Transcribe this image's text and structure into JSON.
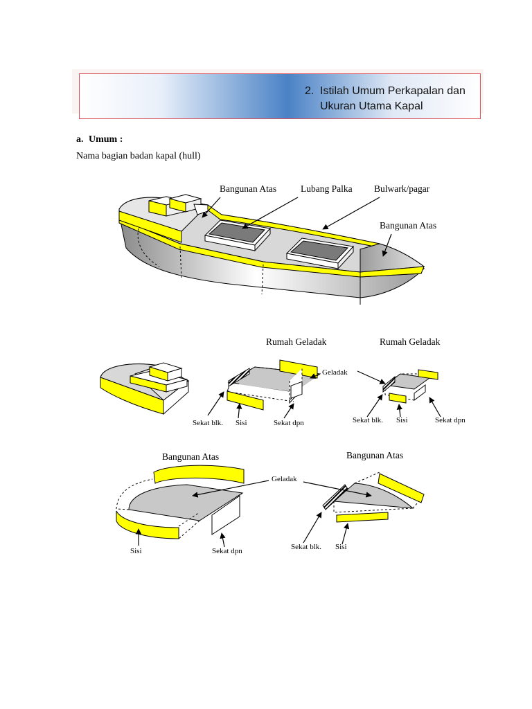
{
  "header": {
    "number": "2.",
    "title_line1": "Istilah Umum Perkapalan dan",
    "title_line2": "Ukuran Utama Kapal"
  },
  "section": {
    "letter": "a.",
    "title": "Umum :"
  },
  "intro": "Nama bagian badan kapal (hull)",
  "figure1": {
    "labels": {
      "superstructure_aft": "Bangunan Atas",
      "hatch": "Lubang Palka",
      "bulwark": "Bulwark/pagar",
      "superstructure_fwd": "Bangunan Atas"
    }
  },
  "figure2": {
    "deckhouse_a": "Rumah Geladak",
    "deckhouse_b": "Rumah Geladak",
    "deck": "Geladak",
    "aft_bulkhead_a": "Sekat blk.",
    "side_a": "Sisi",
    "fwd_bulkhead_a": "Sekat dpn",
    "aft_bulkhead_b": "Sekat blk.",
    "side_b": "Sisi",
    "fwd_bulkhead_b": "Sekat dpn"
  },
  "figure3": {
    "superstructure_a": "Bangunan Atas",
    "superstructure_b": "Bangunan Atas",
    "deck": "Geladak",
    "side_a": "Sisi",
    "fwd_bulkhead": "Sekat dpn",
    "aft_bulkhead": "Sekat blk.",
    "side_b": "Sisi"
  },
  "colors": {
    "yellow": "#ffff00",
    "deck_gray": "#c8c8c8",
    "hatch_gray": "#7a7a7a",
    "header_blue": "#4a82c6",
    "header_border": "#d9505a"
  }
}
